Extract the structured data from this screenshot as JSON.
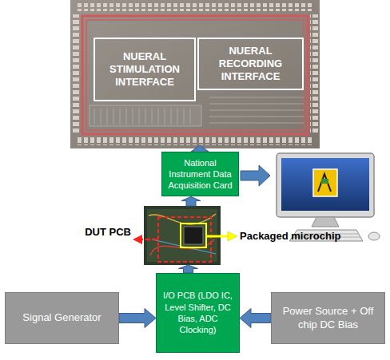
{
  "diagram": {
    "nodes": [
      {
        "text": [
          "NUERAL STIMULATION INTERFACE"
        ]
      },
      {
        "text": [
          "NUERAL RECORDING INTERFACE"
        ]
      },
      {
        "text": [
          "National Instrument Data Acquisition Card"
        ]
      },
      {
        "text": [
          "DUT PCB"
        ]
      },
      {
        "text": [
          "Signal Generator"
        ]
      },
      {
        "text": [
          "I/O PCB (LDO IC, Level Shifter, DC Bias, ADC Clocking)"
        ]
      },
      {
        "text": [
          "Power Source + Off chip DC Bias"
        ]
      }
    ],
    "edges": [
      {
        "from": 4,
        "to": 5,
        "arrow": "to"
      },
      {
        "from": 6,
        "to": 5,
        "arrow": "to"
      },
      {
        "from": 5,
        "to": 3,
        "arrow": "to"
      },
      {
        "from": 3,
        "to": 2,
        "arrow": "to"
      }
    ],
    "labels": [
      "Packaged microchip"
    ]
  }
}
